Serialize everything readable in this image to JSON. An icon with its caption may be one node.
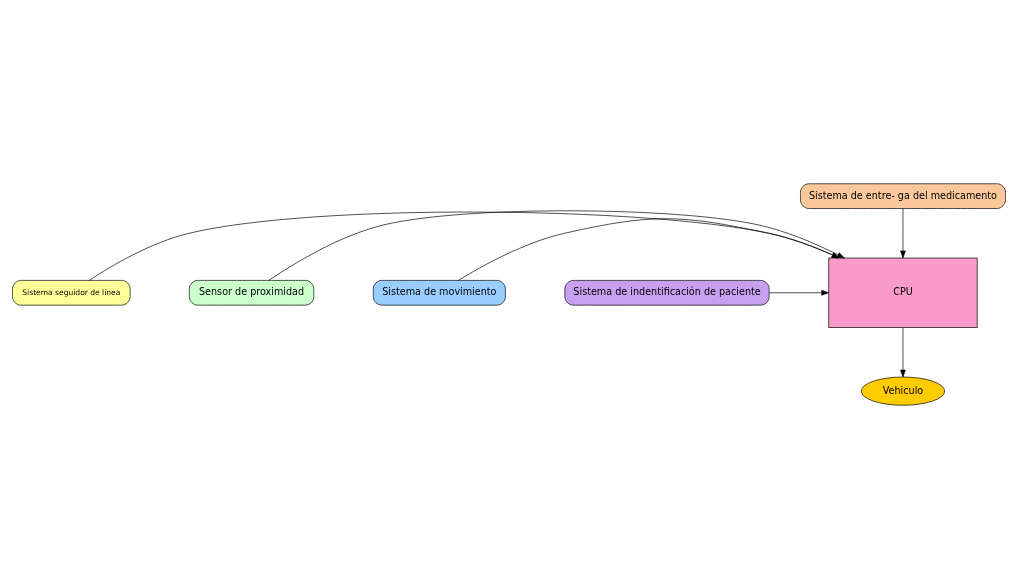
{
  "diagram": {
    "nodes": [
      {
        "text": [
          "Sistema de entre- ga del medicamento"
        ]
      },
      {
        "text": [
          "Sistema seguidor de línea"
        ]
      },
      {
        "text": [
          "Sistema de movimiento"
        ]
      },
      {
        "text": [
          "CPU"
        ]
      },
      {
        "text": [
          "Sensor de proximidad"
        ]
      },
      {
        "text": [
          "Sistema de indentificación de paciente"
        ]
      },
      {
        "text": [
          "Vehiculo"
        ]
      }
    ],
    "edges": [
      {
        "from": 0,
        "to": 3,
        "arrow": "to"
      },
      {
        "from": 1,
        "to": 3,
        "arrow": "to"
      },
      {
        "from": 2,
        "to": 3,
        "arrow": "to"
      },
      {
        "from": 4,
        "to": 3,
        "arrow": "to"
      },
      {
        "from": 5,
        "to": 3,
        "arrow": "to"
      },
      {
        "from": 3,
        "to": 6,
        "arrow": "to"
      }
    ]
  }
}
